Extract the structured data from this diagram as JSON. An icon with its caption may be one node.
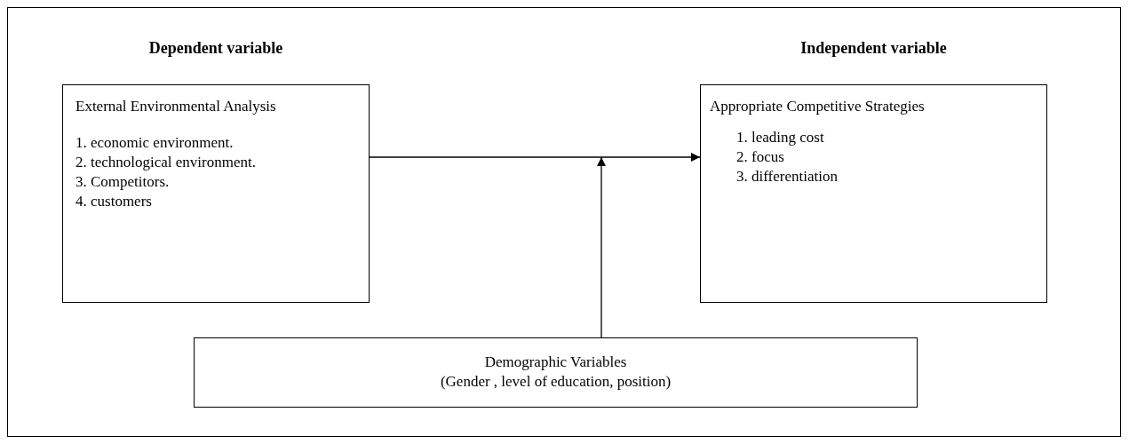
{
  "diagram": {
    "nodes": [
      {
        "text": [
          "Dependent variable",
          "External Environmental Analysis",
          "1. economic environment.",
          "2. technological environment.",
          "3. Competitors.",
          "4. customers"
        ]
      },
      {
        "text": [
          "Independent variable",
          "Appropriate Competitive Strategies",
          "1. leading cost",
          "2. focus",
          "3. differentiation"
        ]
      },
      {
        "text": [
          "Demographic Variables",
          "(Gender , level of education, position)"
        ]
      }
    ],
    "edges": [
      {
        "from": 0,
        "to": 1,
        "arrow": "to"
      },
      {
        "from": 2,
        "to": null,
        "arrow": "to"
      }
    ]
  }
}
